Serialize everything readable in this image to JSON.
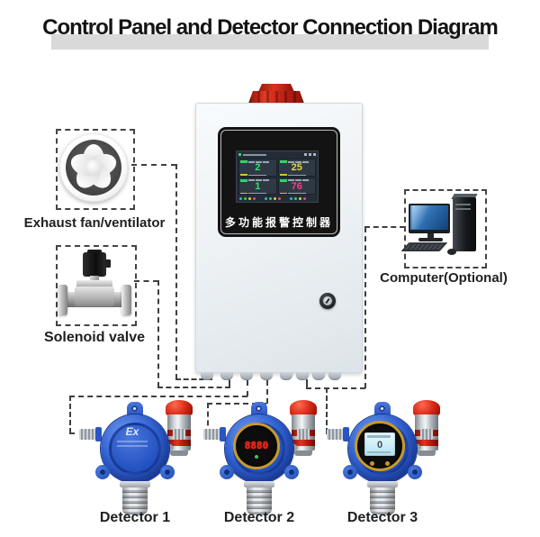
{
  "title": "Control Panel and Detector Connection Diagram",
  "control_panel": {
    "name_cn": "多功能报警控制器",
    "screen": {
      "zones": [
        {
          "value": "2",
          "color": "#2ee56a"
        },
        {
          "value": "25",
          "color": "#e8d53c"
        },
        {
          "value": "1",
          "color": "#2ee56a"
        },
        {
          "value": "76",
          "color": "#ff3d8e"
        }
      ]
    }
  },
  "fan": {
    "label": "Exhaust fan/ventilator"
  },
  "valve": {
    "label": "Solenoid valve"
  },
  "computer": {
    "label": "Computer(Optional)"
  },
  "detectors": [
    {
      "label": "Detector 1",
      "marking": "Ex"
    },
    {
      "label": "Detector 2",
      "display": "8880"
    },
    {
      "label": "Detector 3",
      "display": "0"
    }
  ]
}
